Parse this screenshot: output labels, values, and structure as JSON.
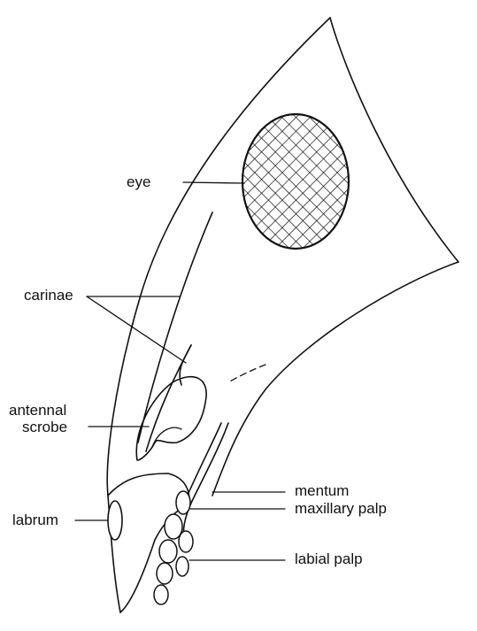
{
  "figure": {
    "labels": {
      "eye": "eye",
      "carinae": "carinae",
      "antennal_line1": "antennal",
      "antennal_line2": "scrobe",
      "labrum": "labrum",
      "mentum": "mentum",
      "maxillary_palp": "maxillary palp",
      "labial_palp": "labial palp"
    }
  }
}
